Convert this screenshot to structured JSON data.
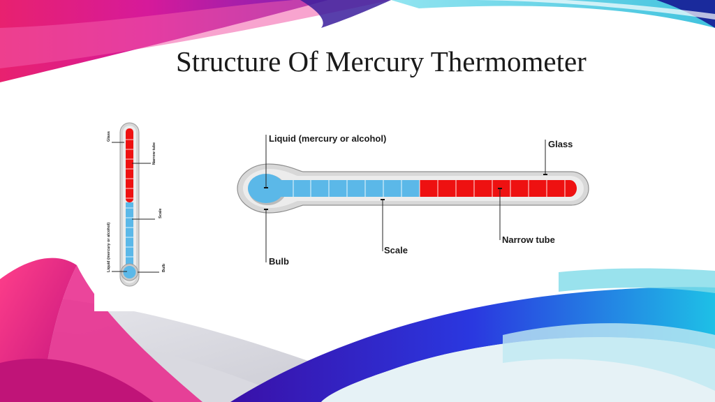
{
  "slide": {
    "title": "Structure Of Mercury Thermometer"
  },
  "vertical_thermometer": {
    "labels": {
      "glass": "Glass",
      "narrow_tube": "Narrow tube",
      "scale": "Scale",
      "liquid": "Liquid (mercury or alcohol)",
      "bulb": "Bulb"
    }
  },
  "horizontal_thermometer": {
    "labels": {
      "liquid": "Liquid (mercury or alcohol)",
      "glass": "Glass",
      "scale": "Scale",
      "narrow_tube": "Narrow tube",
      "bulb": "Bulb"
    }
  },
  "colors": {
    "liquid_blue": "#5bb8e8",
    "mercury_red": "#ee1111",
    "glass_gray": "#d8d8d8",
    "accent_magenta": "#e0198a",
    "accent_purple": "#6a1fb0",
    "accent_cyan": "#36c6e0"
  }
}
